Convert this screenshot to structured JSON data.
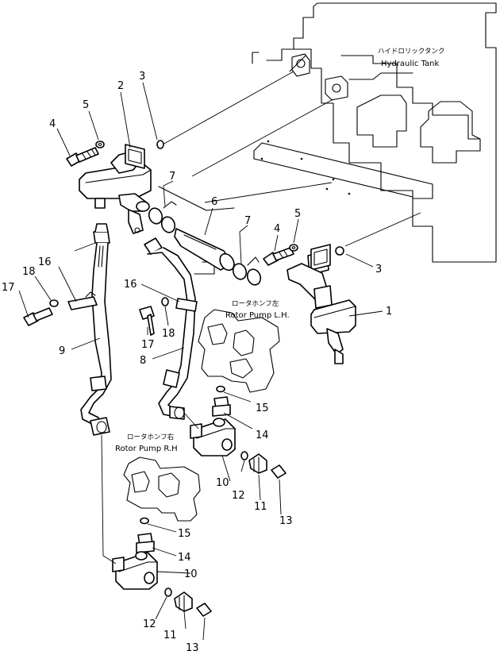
{
  "labels": {
    "tank_jp": "ハイドロリックタンク",
    "tank_en": "Hydraulic Tank",
    "pump_lh_jp": "ロータホンフ左",
    "pump_lh_en": "Rotor Pump L.H.",
    "pump_rh_jp": "ロータホンフ右",
    "pump_rh_en": "Rotor Pump R.H"
  },
  "callouts": {
    "c1": "1",
    "c2": "2",
    "c3a": "3",
    "c3b": "3",
    "c4a": "4",
    "c4b": "4",
    "c5a": "5",
    "c5b": "5",
    "c6": "6",
    "c7a": "7",
    "c7b": "7",
    "c8": "8",
    "c9": "9",
    "c10a": "10",
    "c10b": "10",
    "c11a": "11",
    "c11b": "11",
    "c12a": "12",
    "c12b": "12",
    "c13a": "13",
    "c13b": "13",
    "c14a": "14",
    "c14b": "14",
    "c15a": "15",
    "c15b": "15",
    "c16a": "16",
    "c16b": "16",
    "c17a": "17",
    "c17b": "17",
    "c18a": "18",
    "c18b": "18"
  }
}
